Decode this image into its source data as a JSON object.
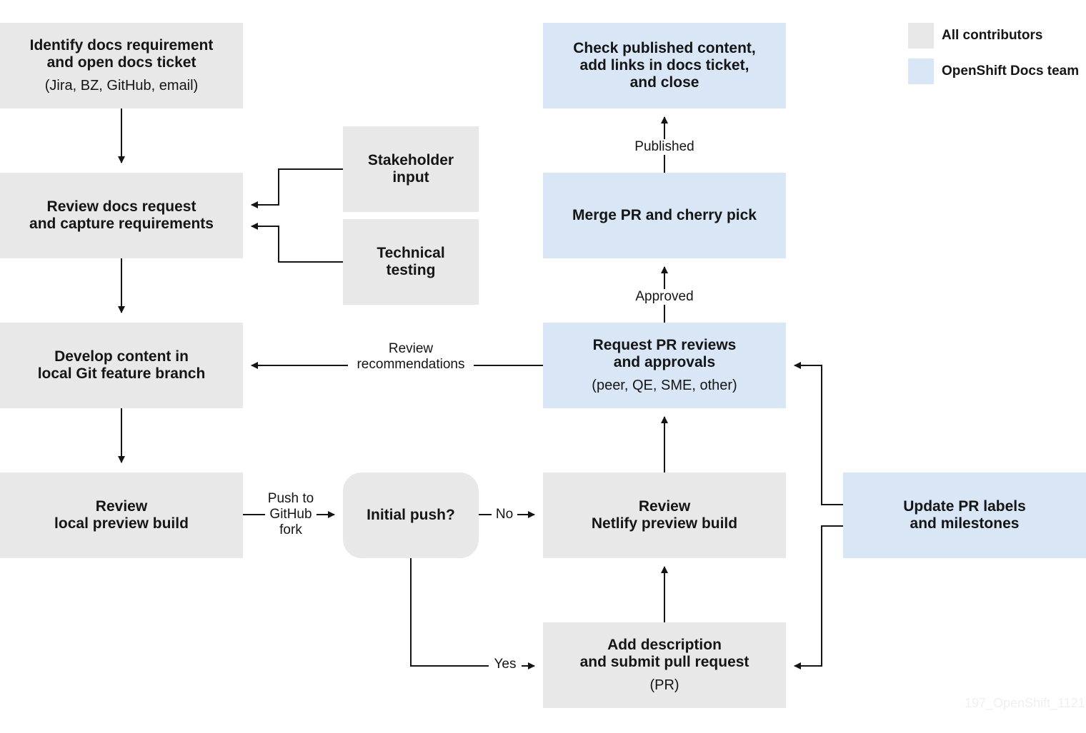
{
  "legend": {
    "all_contributors": "All contributors",
    "docs_team": "OpenShift Docs team",
    "colors": {
      "all_contributors": "#e8e8e8",
      "docs_team": "#d8e6f6"
    }
  },
  "nodes": {
    "identify": {
      "title": "Identify docs requirement\nand open docs ticket",
      "sub": "(Jira, BZ, GitHub, email)"
    },
    "review_request": {
      "title": "Review docs request\nand capture requirements"
    },
    "stakeholder": {
      "title": "Stakeholder\ninput"
    },
    "technical": {
      "title": "Technical\ntesting"
    },
    "develop": {
      "title": "Develop content in\nlocal Git feature branch"
    },
    "local_preview": {
      "title": "Review\nlocal preview build"
    },
    "initial_push": {
      "title": "Initial push?"
    },
    "netlify": {
      "title": "Review\nNetlify preview build"
    },
    "add_description": {
      "title": "Add description\nand submit pull request",
      "sub": "(PR)"
    },
    "request_reviews": {
      "title": "Request PR reviews\nand approvals",
      "sub": "(peer, QE, SME, other)"
    },
    "merge": {
      "title": "Merge PR and cherry pick"
    },
    "check_published": {
      "title": "Check published content,\nadd links in docs ticket,\nand close"
    },
    "update_labels": {
      "title": "Update PR labels\nand milestones"
    }
  },
  "edge_labels": {
    "review_recommendations": "Review\nrecommendations",
    "push_to_fork": "Push to\nGitHub\nfork",
    "no": "No",
    "yes": "Yes",
    "approved": "Approved",
    "published": "Published"
  },
  "watermark": "197_OpenShift_1121"
}
